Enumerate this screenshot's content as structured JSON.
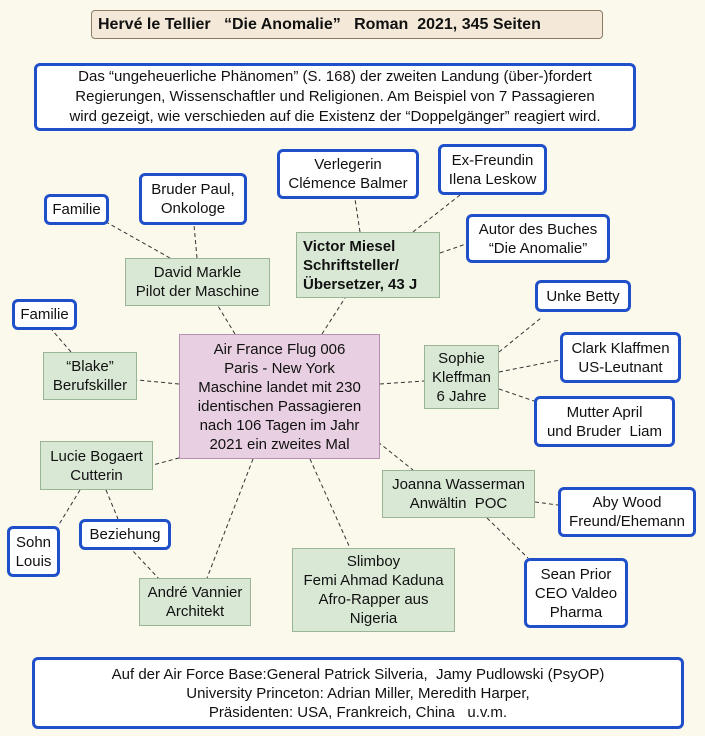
{
  "title": "Hervé le Tellier   “Die Anomalie”   Roman  2021, 345 Seiten",
  "intro": [
    "Das “ungeheuerliche Phänomen” (S. 168) der zweiten Landung (über-)fordert",
    "Regierungen, Wissenschaftler und Religionen. Am Beispiel von 7 Passagieren",
    "wird gezeigt, wie verschieden auf die Existenz der “Doppelgänger” reagiert wird."
  ],
  "center": [
    "Air France Flug 006",
    "Paris - New York",
    "Maschine landet mit 230",
    "identischen Passagieren",
    "nach 106 Tagen im Jahr",
    "2021 ein zweites Mal"
  ],
  "passengers": {
    "victor": [
      "Victor Miesel",
      "Schriftsteller/",
      "Übersetzer, 43 J"
    ],
    "david": [
      "David Markle",
      "Pilot der Maschine"
    ],
    "blake": [
      "“Blake”",
      "Berufskiller"
    ],
    "lucie": [
      "Lucie Bogaert",
      "Cutterin"
    ],
    "andre": [
      "André Vannier",
      "Architekt"
    ],
    "slimboy": [
      "Slimboy",
      "Femi Ahmad Kaduna",
      "Afro-Rapper aus",
      "Nigeria"
    ],
    "joanna": [
      "Joanna Wasserman",
      "Anwältin  POC"
    ],
    "sophie": [
      "Sophie",
      "Kleffman",
      "6 Jahre"
    ]
  },
  "relations": {
    "verlegerin": [
      "Verlegerin",
      "Clémence Balmer"
    ],
    "exfreundin": [
      "Ex-Freundin",
      "Ilena Leskow"
    ],
    "autor": [
      "Autor des Buches",
      "“Die Anomalie”"
    ],
    "familie_david": [
      "Familie"
    ],
    "bruder_paul": [
      "Bruder Paul,",
      "Onkologe"
    ],
    "familie_blake": [
      "Familie"
    ],
    "sohn": [
      "Sohn",
      "Louis"
    ],
    "beziehung": [
      "Beziehung"
    ],
    "unke": [
      "Unke Betty"
    ],
    "clark": [
      "Clark Klaffmen",
      "US-Leutnant"
    ],
    "mutter": [
      "Mutter April",
      "und Bruder  Liam"
    ],
    "aby": [
      "Aby Wood",
      "Freund/Ehemann"
    ],
    "sean": [
      "Sean Prior",
      "CEO Valdeo",
      "Pharma"
    ]
  },
  "footer": [
    "Auf der Air Force Base:General Patrick Silveria,  Jamy Pudlowski (PsyOP)",
    "University Princeton: Adrian Miller, Meredith Harper,",
    "Präsidenten: USA, Frankreich, China   u.v.m."
  ],
  "colors": {
    "border_blue": "#1f4fc9",
    "green_fill": "#d9e8d5",
    "pink_fill": "#e8d0e2",
    "background": "#fbf8ec"
  }
}
